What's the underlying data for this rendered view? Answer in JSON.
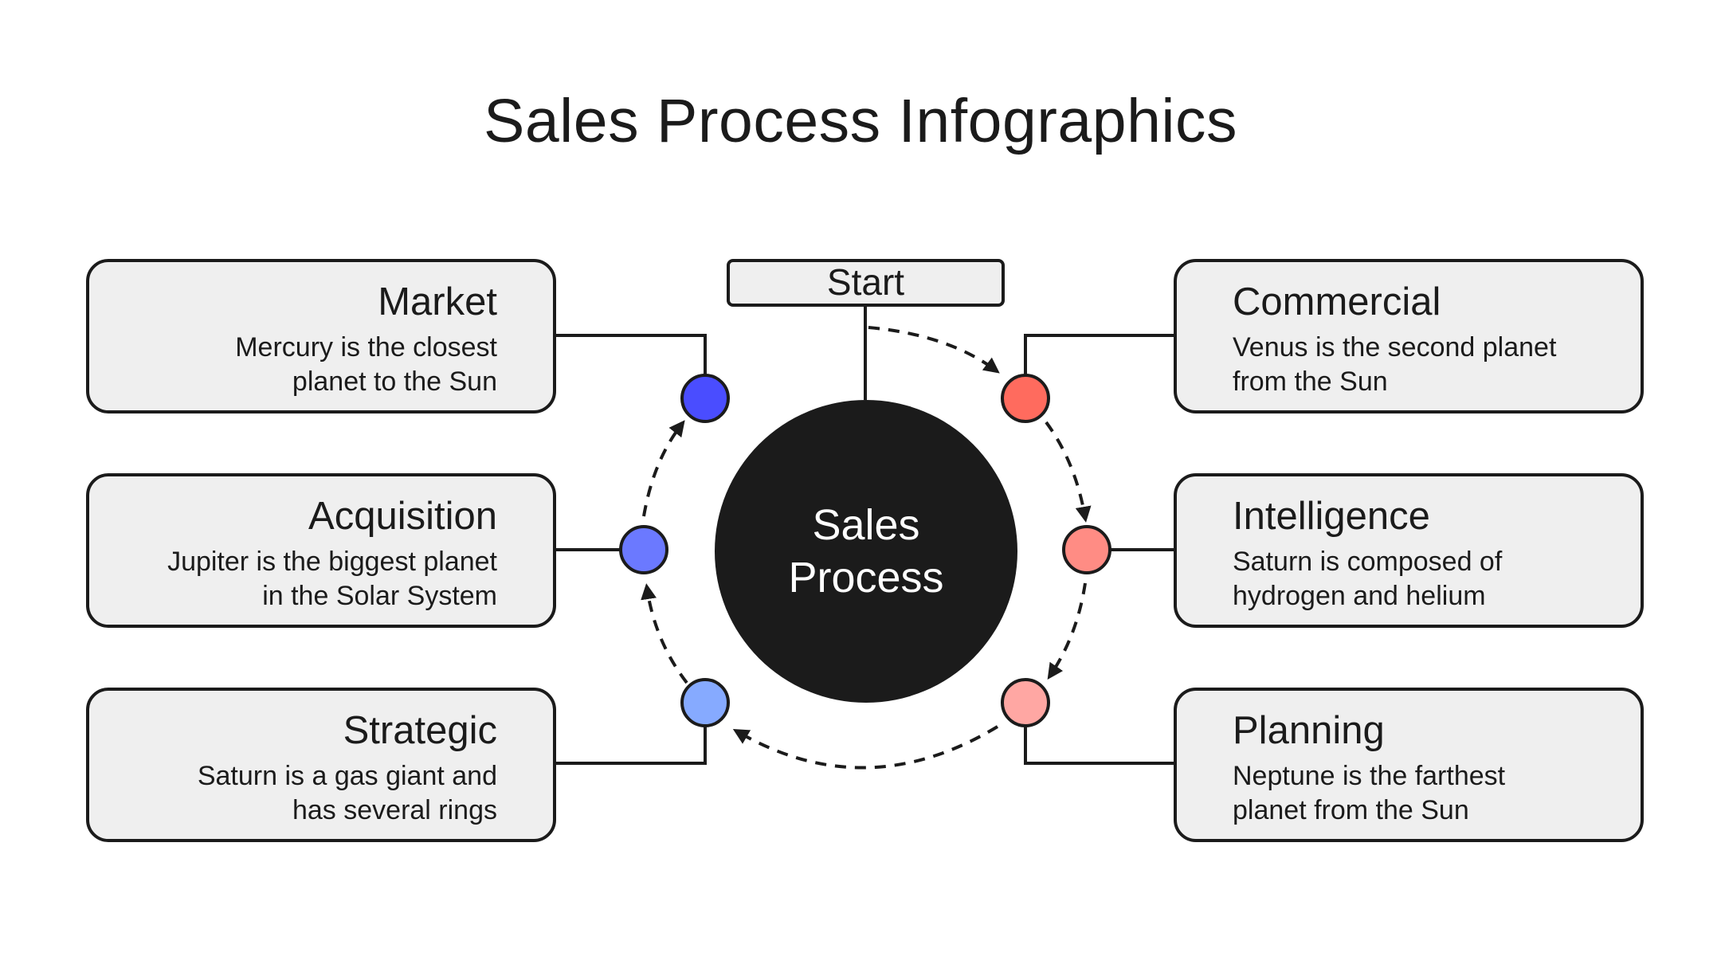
{
  "title": "Sales Process Infographics",
  "start_label": "Start",
  "center": {
    "line1": "Sales",
    "line2": "Process"
  },
  "steps": [
    {
      "name": "Market",
      "desc1": "Mercury is the closest",
      "desc2": "planet to the Sun",
      "color": "#4a4dff"
    },
    {
      "name": "Acquisition",
      "desc1": "Jupiter is the biggest planet",
      "desc2": "in the Solar System",
      "color": "#6b79ff"
    },
    {
      "name": "Strategic",
      "desc1": "Saturn is a gas giant and",
      "desc2": "has several rings",
      "color": "#86aaff"
    },
    {
      "name": "Commercial",
      "desc1": "Venus is the second planet",
      "desc2": "from the Sun",
      "color": "#ff6b5e"
    },
    {
      "name": "Intelligence",
      "desc1": "Saturn is composed of",
      "desc2": "hydrogen and helium",
      "color": "#ff8c84"
    },
    {
      "name": "Planning",
      "desc1": "Neptune is the farthest",
      "desc2": "planet from the Sun",
      "color": "#ffa7a3"
    }
  ],
  "colors": {
    "ink": "#1b1b1b",
    "card_fill": "#efefef",
    "center_fill": "#1b1b1b"
  }
}
